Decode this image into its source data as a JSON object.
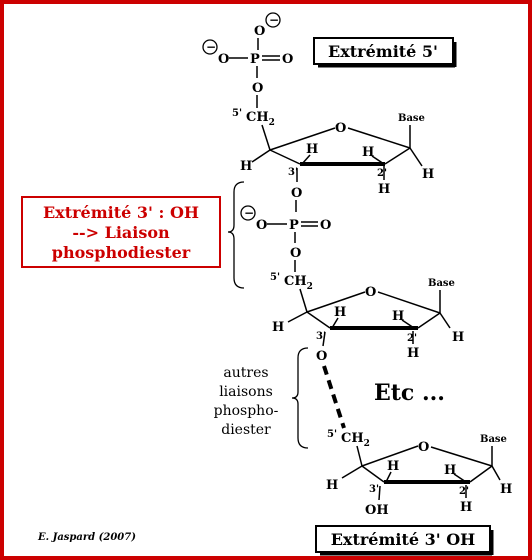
{
  "labels": {
    "extremite_5": "Extrémité 5'",
    "extremite_3_title": "Extrémité 3' : OH",
    "liaison_line1": "--> Liaison",
    "liaison_line2": "phosphodiester",
    "autres_1": "autres",
    "autres_2": "liaisons",
    "autres_3": "phospho-",
    "autres_4": "diester",
    "etc": "Etc ...",
    "extremite_3_oh": "Extrémité 3' OH",
    "author": "E. Jaspard (2007)"
  },
  "atoms": {
    "O": "O",
    "P": "P",
    "H": "H",
    "base": "Base",
    "ch2": "CH",
    "sub2": "2",
    "prime5": "5'",
    "prime3": "3'",
    "prime2": "2'",
    "oh": "OH",
    "minus": "−"
  },
  "colors": {
    "border": "#cc0000",
    "red_text": "#cc0000",
    "ink": "#000000"
  }
}
